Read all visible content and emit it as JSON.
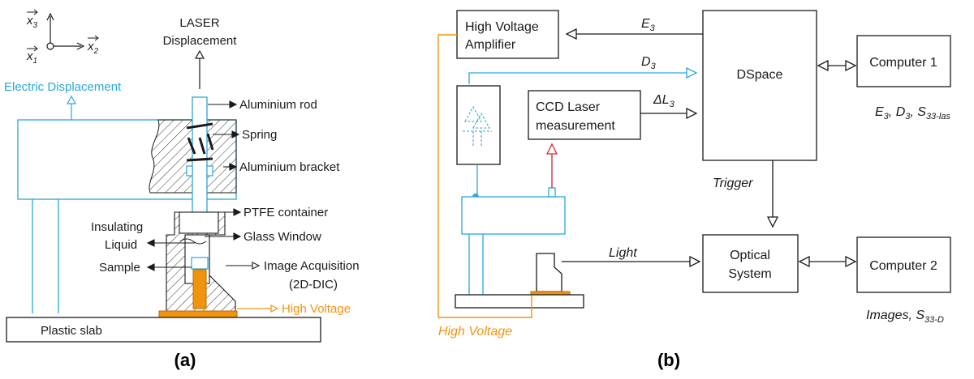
{
  "panel_a": {
    "caption": "(a)",
    "axes": {
      "x3": "x",
      "x3_sub": "3",
      "x1": "x",
      "x1_sub": "1",
      "x2": "x",
      "x2_sub": "2"
    },
    "laser_line1": "LASER",
    "laser_line2": "Displacement",
    "electric_displacement": "Electric Displacement",
    "aluminium_rod": "Aluminium rod",
    "spring": "Spring",
    "aluminium_bracket": "Aluminium bracket",
    "ptfe_container": "PTFE container",
    "insulating_line1": "Insulating",
    "insulating_line2": "Liquid",
    "glass_window": "Glass Window",
    "sample": "Sample",
    "image_acq_line1": "Image Acquisition",
    "image_acq_line2": "(2D-DIC)",
    "high_voltage": "High Voltage",
    "plastic_slab": "Plastic slab"
  },
  "panel_b": {
    "caption": "(b)",
    "hv_amp_line1": "High Voltage",
    "hv_amp_line2": "Amplifier",
    "e3": "E",
    "e3_sub": "3",
    "d3": "D",
    "d3_sub": "3",
    "dl3": "ΔL",
    "dl3_sub": "3",
    "ccd_line1": "CCD Laser",
    "ccd_line2": "measurement",
    "dspace": "DSpace",
    "computer1": "Computer 1",
    "comp1_out": {
      "e": "E",
      "e_sub": "3",
      "d": "D",
      "d_sub": "3",
      "s": "S",
      "s_sub": "33-las"
    },
    "trigger": "Trigger",
    "light": "Light",
    "optical_line1": "Optical",
    "optical_line2": "System",
    "computer2": "Computer 2",
    "comp2_out": {
      "label": "Images, S",
      "s_sub": "33-D"
    },
    "high_voltage": "High Voltage"
  },
  "colors": {
    "cyan": "#2aa7d9",
    "orange": "#f2930f",
    "red": "#e0242a",
    "line": "#1a1a1a"
  }
}
